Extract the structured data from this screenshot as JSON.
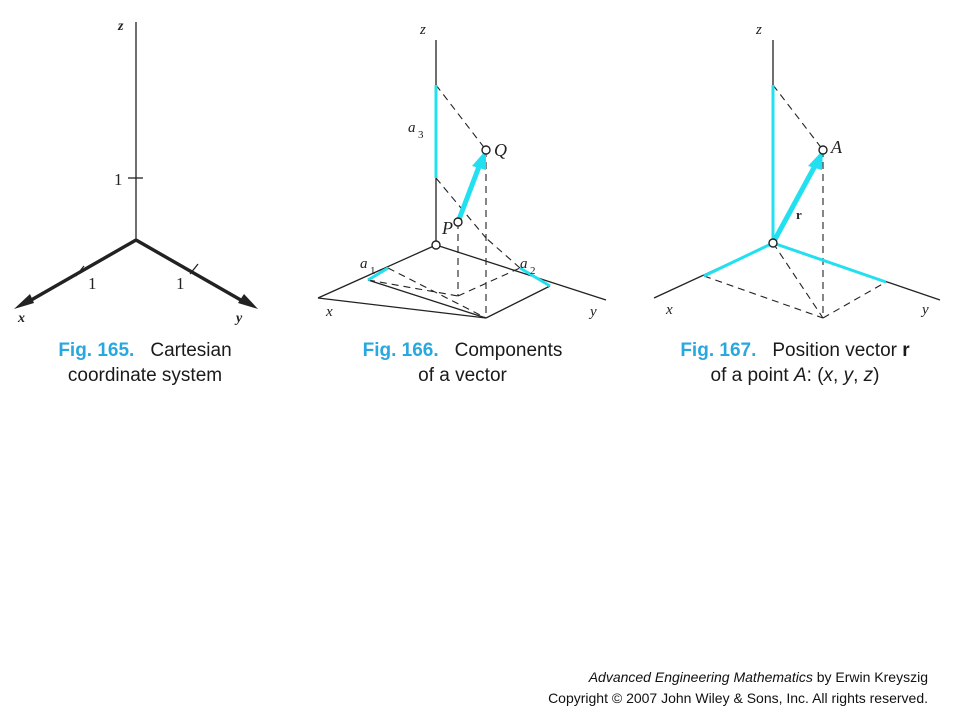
{
  "figures": [
    {
      "number": "Fig. 165.",
      "caption_line1": "Cartesian",
      "caption_line2": "coordinate system",
      "labels": {
        "z": "z",
        "x": "x",
        "y": "y",
        "unit_z": "1",
        "unit_x": "1",
        "unit_y": "1"
      }
    },
    {
      "number": "Fig. 166.",
      "caption_line1": "Components",
      "caption_line2": "of a vector",
      "labels": {
        "z": "z",
        "x": "x",
        "y": "y",
        "point_p": "P",
        "point_q": "Q",
        "a1": "a",
        "a1_sub": "1",
        "a2": "a",
        "a2_sub": "2",
        "a3": "a",
        "a3_sub": "3"
      }
    },
    {
      "number": "Fig. 167.",
      "caption_line1": "Position vector",
      "caption_line1_bold": "r",
      "caption_line2_prefix": "of a point",
      "caption_line2_point": "A",
      "caption_line2_coords": ": (",
      "caption_line2_x": "x",
      "caption_line2_y": "y",
      "caption_line2_z": "z",
      "labels": {
        "z": "z",
        "x": "x",
        "y": "y",
        "point_a": "A",
        "vector_r": "r"
      }
    }
  ],
  "credit": {
    "book_title": "Advanced Engineering Mathematics",
    "author": " by Erwin Kreyszig",
    "copyright": "Copyright © 2007 John Wiley & Sons, Inc.  All rights reserved."
  },
  "colors": {
    "component_highlight": "#22e0f0",
    "figure_number": "#29a8e0",
    "line": "#222222"
  }
}
